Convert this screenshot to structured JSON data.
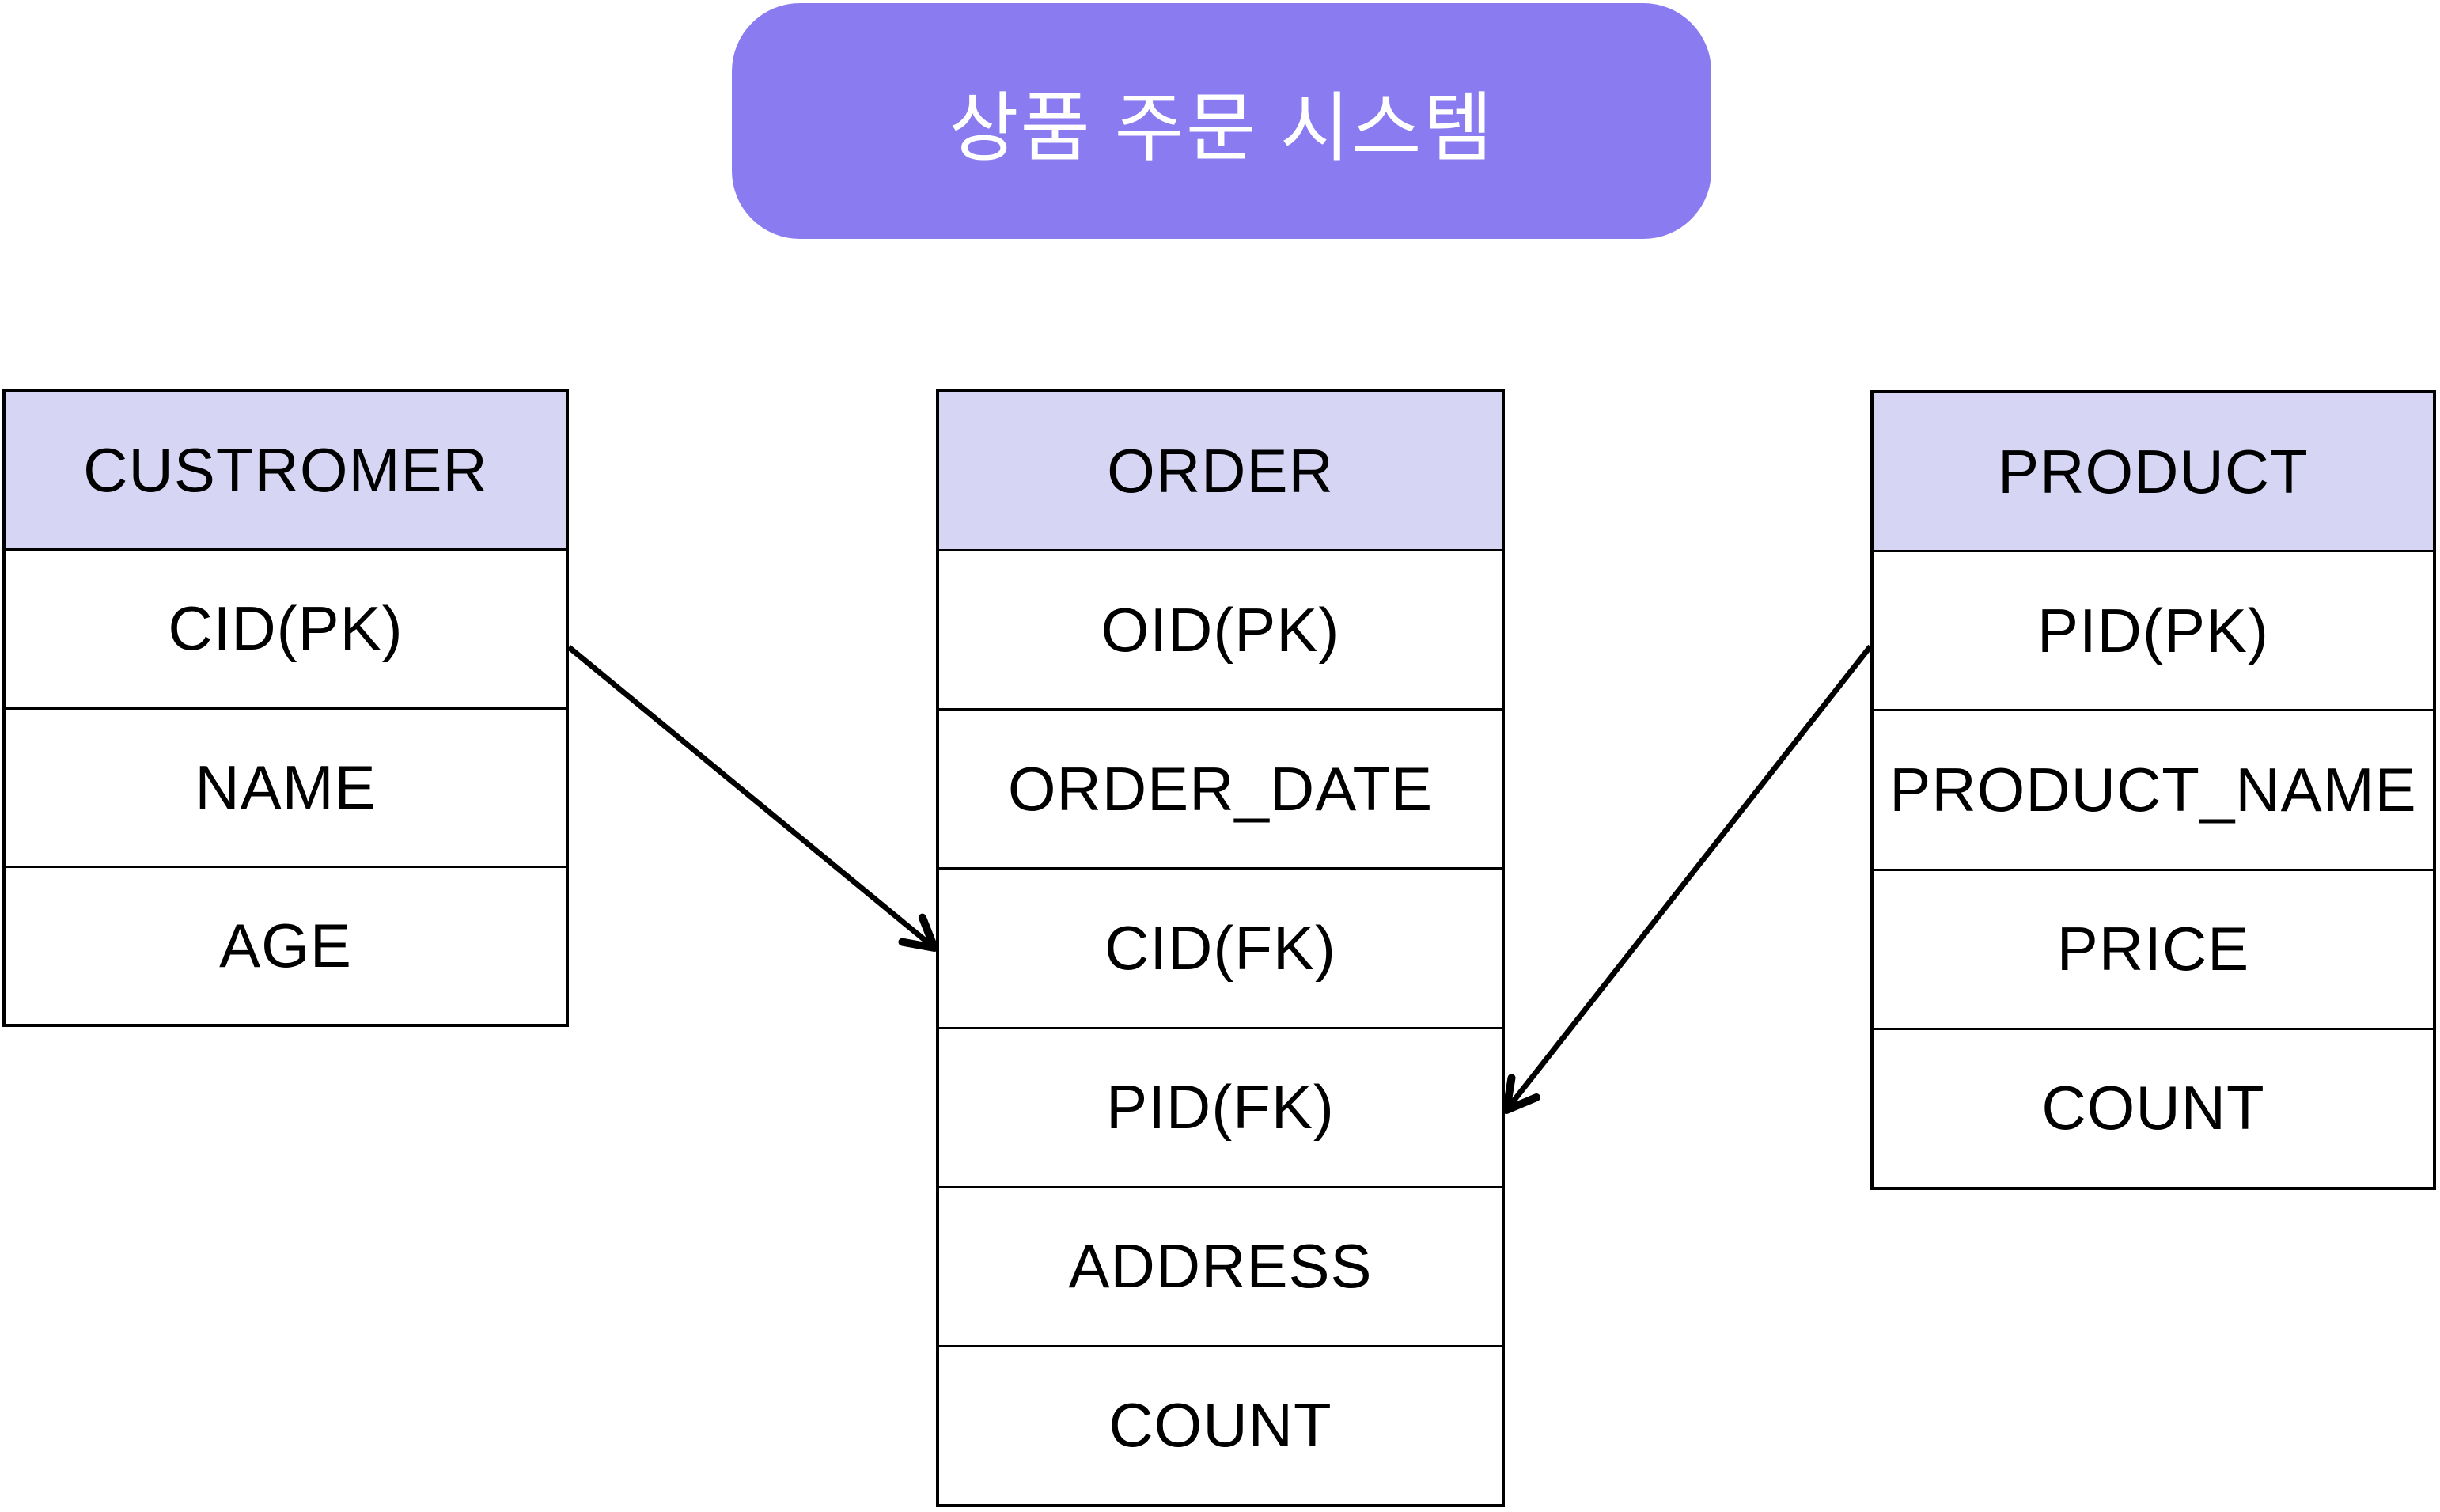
{
  "title": {
    "text": "상품 주문 시스템"
  },
  "tables": {
    "customer": {
      "title": "CUSTROMER",
      "fields": [
        "CID(PK)",
        "NAME",
        "AGE"
      ]
    },
    "order": {
      "title": "ORDER",
      "fields": [
        "OID(PK)",
        "ORDER_DATE",
        "CID(FK)",
        "PID(FK)",
        "ADDRESS",
        "COUNT"
      ]
    },
    "product": {
      "title": "PRODUCT",
      "fields": [
        "PID(PK)",
        "PRODUCT_NAME",
        "PRICE",
        "COUNT"
      ]
    }
  },
  "relations": [
    {
      "from_table": "CUSTROMER",
      "from_field": "CID(PK)",
      "to_table": "ORDER",
      "to_field": "CID(FK)"
    },
    {
      "from_table": "PRODUCT",
      "from_field": "PID(PK)",
      "to_table": "ORDER",
      "to_field": "PID(FK)"
    }
  ],
  "colors": {
    "background": "#FFFFFF",
    "title_bg": "#8A7BF0",
    "title_text": "#FFFFFF",
    "header_bg": "#D6D6F4",
    "border": "#000000",
    "arrow": "#000000"
  }
}
